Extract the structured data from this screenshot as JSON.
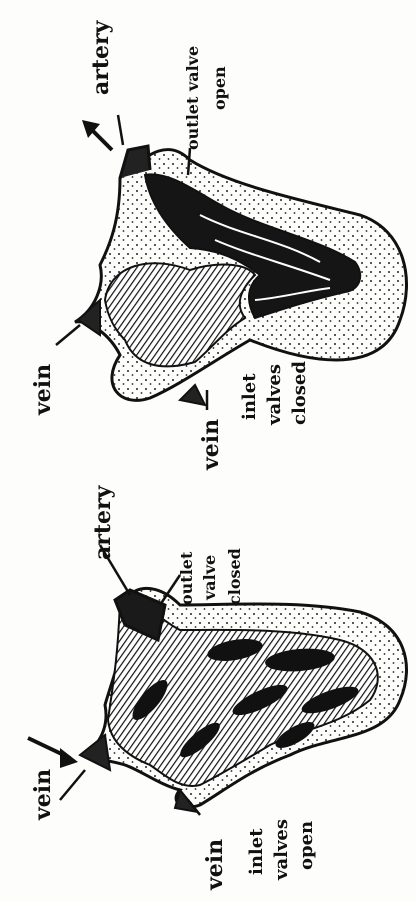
{
  "top_diagram": {
    "labels": {
      "artery": "artery",
      "outlet_valve": "outlet valve",
      "outlet_state": "open",
      "vein_left": "vein",
      "vein_bottom": "vein",
      "inlet": "inlet",
      "valves": "valves",
      "inlet_state": "closed"
    }
  },
  "bottom_diagram": {
    "labels": {
      "artery": "artery",
      "outlet": "outlet",
      "valve": "valve",
      "outlet_state": "closed",
      "vein_left": "vein",
      "vein_bottom": "vein",
      "inlet": "inlet",
      "valves": "valves",
      "inlet_state": "open"
    }
  },
  "colors": {
    "ink": "#111111",
    "paper": "#fdfdfb"
  }
}
